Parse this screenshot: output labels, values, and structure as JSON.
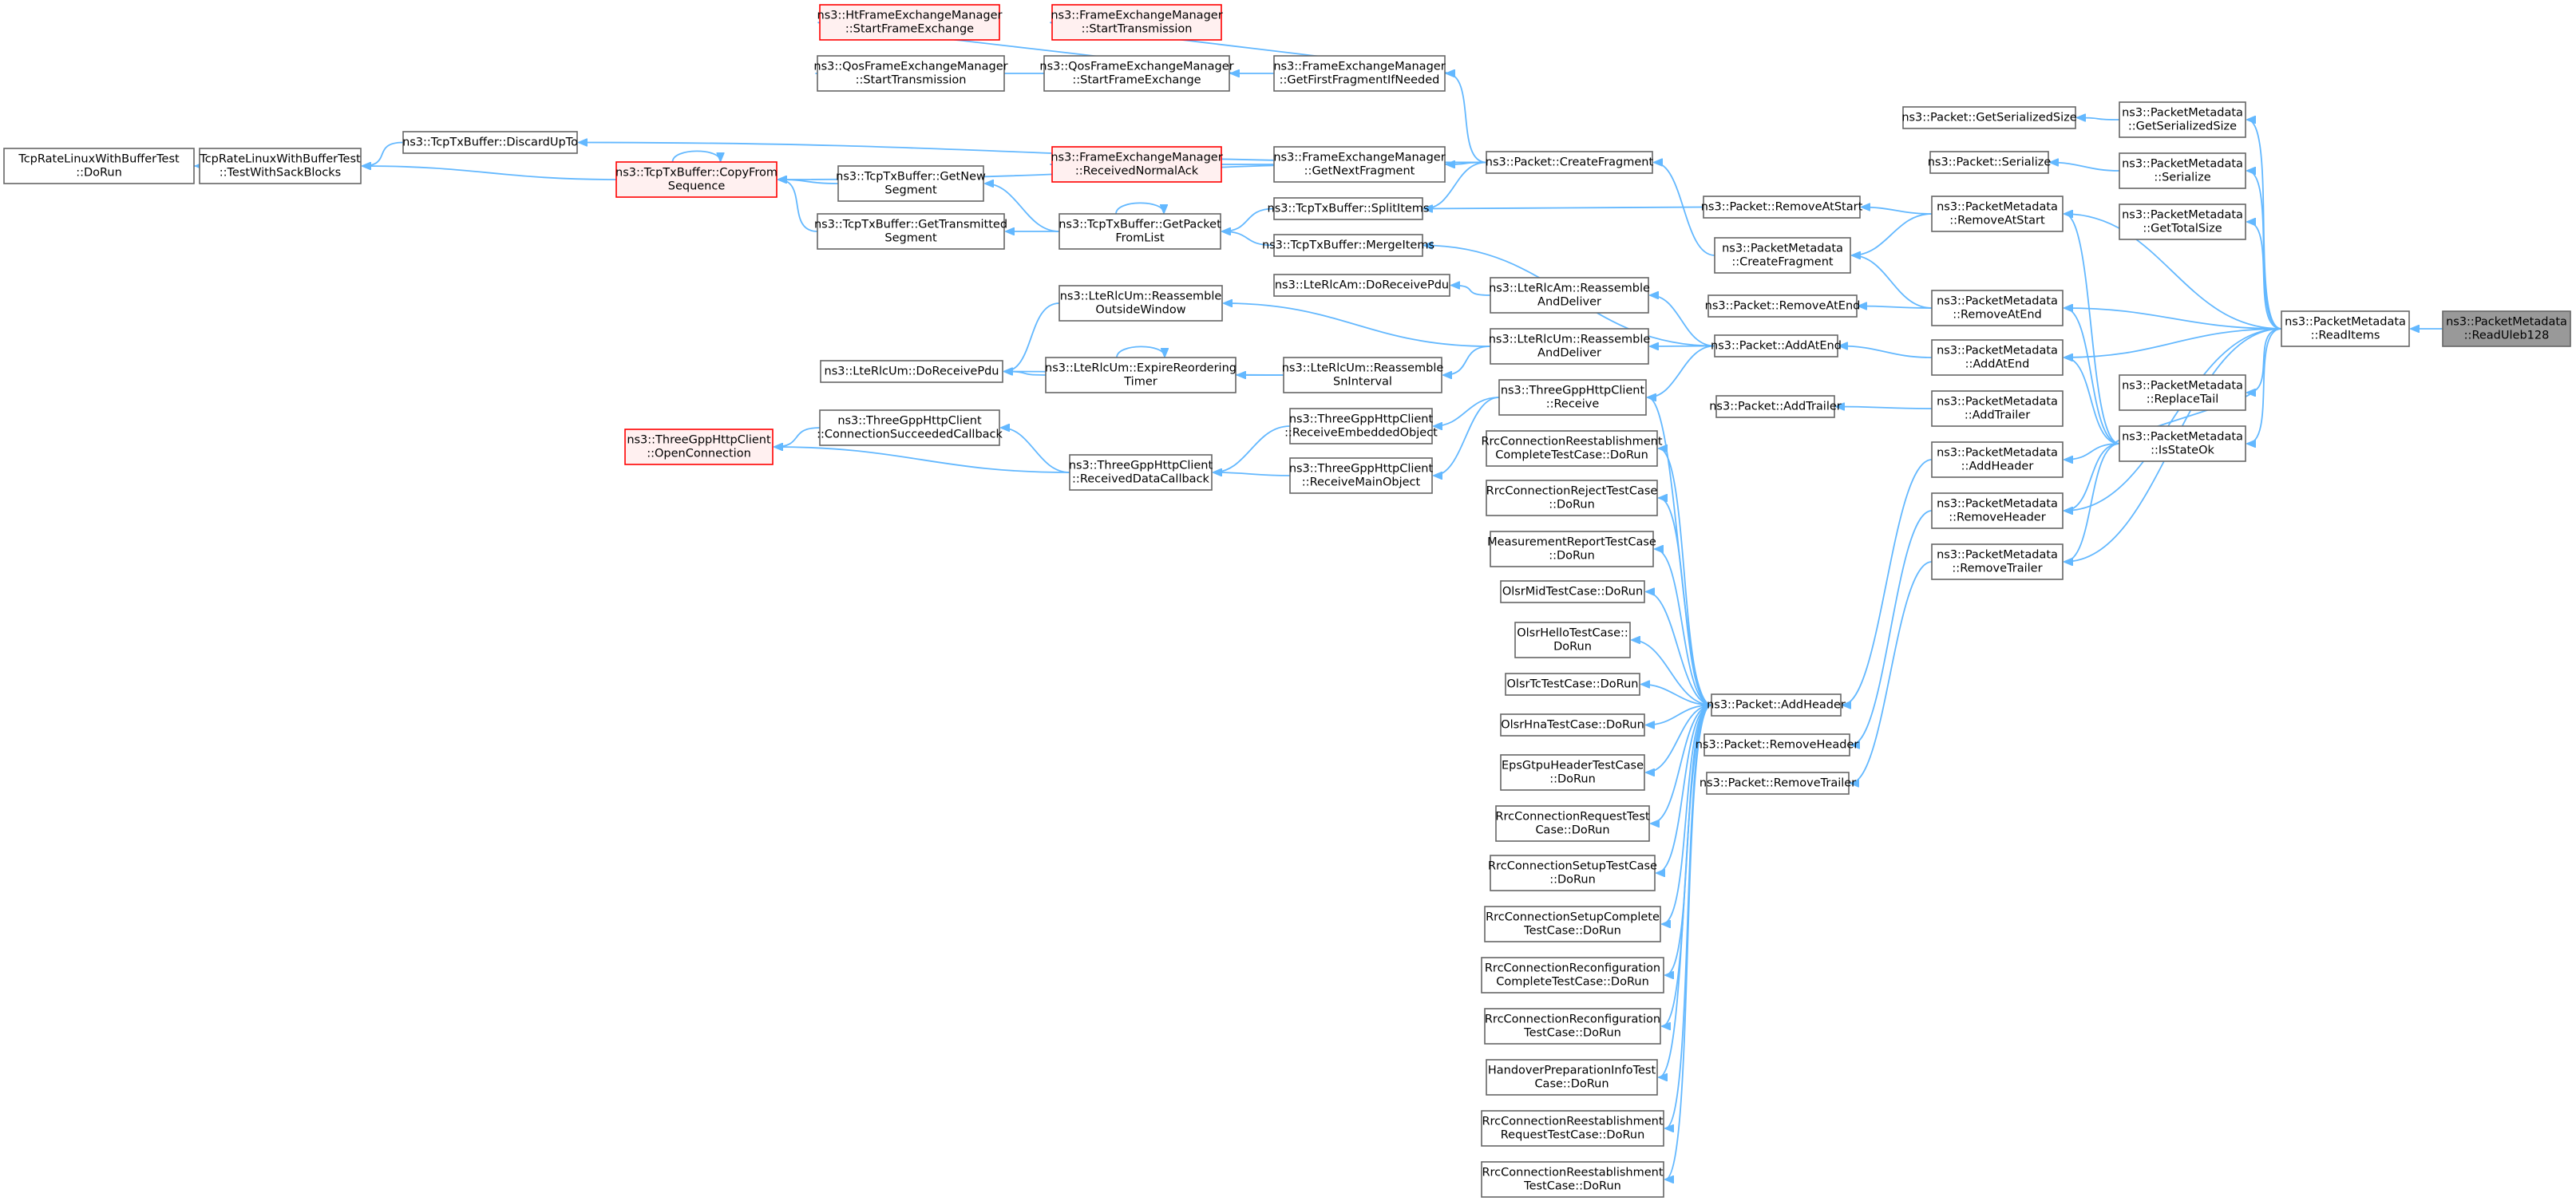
{
  "nodes": [
    {
      "id": "tcp_test_dorun",
      "lines": [
        "TcpRateLinuxWithBufferTest",
        "::DoRun"
      ],
      "style": "normal"
    },
    {
      "id": "tcp_test_sack",
      "lines": [
        "TcpRateLinuxWithBufferTest",
        "::TestWithSackBlocks"
      ],
      "style": "normal"
    },
    {
      "id": "discard_up_to",
      "lines": [
        "ns3::TcpTxBuffer::DiscardUpTo"
      ],
      "style": "normal"
    },
    {
      "id": "copy_from_seq",
      "lines": [
        "ns3::TcpTxBuffer::CopyFrom",
        "Sequence"
      ],
      "style": "red"
    },
    {
      "id": "get_new_segment",
      "lines": [
        "ns3::TcpTxBuffer::GetNew",
        "Segment"
      ],
      "style": "normal"
    },
    {
      "id": "get_transmitted",
      "lines": [
        "ns3::TcpTxBuffer::GetTransmitted",
        "Segment"
      ],
      "style": "normal"
    },
    {
      "id": "get_packet_from_list",
      "lines": [
        "ns3::TcpTxBuffer::GetPacket",
        "FromList"
      ],
      "style": "normal"
    },
    {
      "id": "ht_start_fe",
      "lines": [
        "ns3::HtFrameExchangeManager",
        "::StartFrameExchange"
      ],
      "style": "red"
    },
    {
      "id": "fem_start_tx",
      "lines": [
        "ns3::FrameExchangeManager",
        "::StartTransmission"
      ],
      "style": "red"
    },
    {
      "id": "qos_start_tx",
      "lines": [
        "ns3::QosFrameExchangeManager",
        "::StartTransmission"
      ],
      "style": "normal"
    },
    {
      "id": "qos_start_fe",
      "lines": [
        "ns3::QosFrameExchangeManager",
        "::StartFrameExchange"
      ],
      "style": "normal"
    },
    {
      "id": "fem_get_first",
      "lines": [
        "ns3::FrameExchangeManager",
        "::GetFirstFragmentIfNeeded"
      ],
      "style": "normal"
    },
    {
      "id": "fem_recv_ack",
      "lines": [
        "ns3::FrameExchangeManager",
        "::ReceivedNormalAck"
      ],
      "style": "red"
    },
    {
      "id": "fem_get_next",
      "lines": [
        "ns3::FrameExchangeManager",
        "::GetNextFragment"
      ],
      "style": "normal"
    },
    {
      "id": "split_items",
      "lines": [
        "ns3::TcpTxBuffer::SplitItems"
      ],
      "style": "normal"
    },
    {
      "id": "merge_items",
      "lines": [
        "ns3::TcpTxBuffer::MergeItems"
      ],
      "style": "normal"
    },
    {
      "id": "packet_create_fragment",
      "lines": [
        "ns3::Packet::CreateFragment"
      ],
      "style": "normal"
    },
    {
      "id": "lterlcam_doreceive",
      "lines": [
        "ns3::LteRlcAm::DoReceivePdu"
      ],
      "style": "normal"
    },
    {
      "id": "lterlcam_reassemble",
      "lines": [
        "ns3::LteRlcAm::Reassemble",
        "AndDeliver"
      ],
      "style": "normal"
    },
    {
      "id": "lterlcum_outside",
      "lines": [
        "ns3::LteRlcUm::Reassemble",
        "OutsideWindow"
      ],
      "style": "normal"
    },
    {
      "id": "lterlcum_doreceive",
      "lines": [
        "ns3::LteRlcUm::DoReceivePdu"
      ],
      "style": "normal"
    },
    {
      "id": "lterlcum_expire",
      "lines": [
        "ns3::LteRlcUm::ExpireReordering",
        "Timer"
      ],
      "style": "normal"
    },
    {
      "id": "lterlcum_reassemble_sn",
      "lines": [
        "ns3::LteRlcUm::Reassemble",
        "SnInterval"
      ],
      "style": "normal"
    },
    {
      "id": "lterlcum_reassemble",
      "lines": [
        "ns3::LteRlcUm::Reassemble",
        "AndDeliver"
      ],
      "style": "normal"
    },
    {
      "id": "http_open",
      "lines": [
        "ns3::ThreeGppHttpClient",
        "::OpenConnection"
      ],
      "style": "red"
    },
    {
      "id": "http_conn_succ",
      "lines": [
        "ns3::ThreeGppHttpClient",
        "::ConnectionSucceededCallback"
      ],
      "style": "normal"
    },
    {
      "id": "http_recv_data",
      "lines": [
        "ns3::ThreeGppHttpClient",
        "::ReceivedDataCallback"
      ],
      "style": "normal"
    },
    {
      "id": "http_recv_embedded",
      "lines": [
        "ns3::ThreeGppHttpClient",
        "::ReceiveEmbeddedObject"
      ],
      "style": "normal"
    },
    {
      "id": "http_recv_main",
      "lines": [
        "ns3::ThreeGppHttpClient",
        "::ReceiveMainObject"
      ],
      "style": "normal"
    },
    {
      "id": "http_receive",
      "lines": [
        "ns3::ThreeGppHttpClient",
        "::Receive"
      ],
      "style": "normal"
    },
    {
      "id": "t_rrc_reest_complete",
      "lines": [
        "RrcConnectionReestablishment",
        "CompleteTestCase::DoRun"
      ],
      "style": "normal"
    },
    {
      "id": "t_rrc_reject",
      "lines": [
        "RrcConnectionRejectTestCase",
        "::DoRun"
      ],
      "style": "normal"
    },
    {
      "id": "t_meas_report",
      "lines": [
        "MeasurementReportTestCase",
        "::DoRun"
      ],
      "style": "normal"
    },
    {
      "id": "t_olsr_mid",
      "lines": [
        "OlsrMidTestCase::DoRun"
      ],
      "style": "normal"
    },
    {
      "id": "t_olsr_hello",
      "lines": [
        "OlsrHelloTestCase::",
        "DoRun"
      ],
      "style": "normal"
    },
    {
      "id": "t_olsr_tc",
      "lines": [
        "OlsrTcTestCase::DoRun"
      ],
      "style": "normal"
    },
    {
      "id": "t_olsr_hna",
      "lines": [
        "OlsrHnaTestCase::DoRun"
      ],
      "style": "normal"
    },
    {
      "id": "t_eps_gtpu",
      "lines": [
        "EpsGtpuHeaderTestCase",
        "::DoRun"
      ],
      "style": "normal"
    },
    {
      "id": "t_rrc_request",
      "lines": [
        "RrcConnectionRequestTest",
        "Case::DoRun"
      ],
      "style": "normal"
    },
    {
      "id": "t_rrc_setup",
      "lines": [
        "RrcConnectionSetupTestCase",
        "::DoRun"
      ],
      "style": "normal"
    },
    {
      "id": "t_rrc_setup_complete",
      "lines": [
        "RrcConnectionSetupComplete",
        "TestCase::DoRun"
      ],
      "style": "normal"
    },
    {
      "id": "t_rrc_reconf_complete",
      "lines": [
        "RrcConnectionReconfiguration",
        "CompleteTestCase::DoRun"
      ],
      "style": "normal"
    },
    {
      "id": "t_rrc_reconf",
      "lines": [
        "RrcConnectionReconfiguration",
        "TestCase::DoRun"
      ],
      "style": "normal"
    },
    {
      "id": "t_handover_prep",
      "lines": [
        "HandoverPreparationInfoTest",
        "Case::DoRun"
      ],
      "style": "normal"
    },
    {
      "id": "t_rrc_reest_request",
      "lines": [
        "RrcConnectionReestablishment",
        "RequestTestCase::DoRun"
      ],
      "style": "normal"
    },
    {
      "id": "t_rrc_reest",
      "lines": [
        "RrcConnectionReestablishment",
        "TestCase::DoRun"
      ],
      "style": "normal"
    },
    {
      "id": "packet_remove_at_start",
      "lines": [
        "ns3::Packet::RemoveAtStart"
      ],
      "style": "normal"
    },
    {
      "id": "pm_create_fragment",
      "lines": [
        "ns3::PacketMetadata",
        "::CreateFragment"
      ],
      "style": "normal"
    },
    {
      "id": "packet_remove_at_end",
      "lines": [
        "ns3::Packet::RemoveAtEnd"
      ],
      "style": "normal"
    },
    {
      "id": "packet_add_at_end",
      "lines": [
        "ns3::Packet::AddAtEnd"
      ],
      "style": "normal"
    },
    {
      "id": "packet_add_trailer",
      "lines": [
        "ns3::Packet::AddTrailer"
      ],
      "style": "normal"
    },
    {
      "id": "packet_add_header",
      "lines": [
        "ns3::Packet::AddHeader"
      ],
      "style": "normal"
    },
    {
      "id": "packet_remove_header",
      "lines": [
        "ns3::Packet::RemoveHeader"
      ],
      "style": "normal"
    },
    {
      "id": "packet_remove_trailer",
      "lines": [
        "ns3::Packet::RemoveTrailer"
      ],
      "style": "normal"
    },
    {
      "id": "packet_get_ser_size",
      "lines": [
        "ns3::Packet::GetSerializedSize"
      ],
      "style": "normal"
    },
    {
      "id": "packet_serialize",
      "lines": [
        "ns3::Packet::Serialize"
      ],
      "style": "normal"
    },
    {
      "id": "pm_remove_at_start",
      "lines": [
        "ns3::PacketMetadata",
        "::RemoveAtStart"
      ],
      "style": "normal"
    },
    {
      "id": "pm_remove_at_end",
      "lines": [
        "ns3::PacketMetadata",
        "::RemoveAtEnd"
      ],
      "style": "normal"
    },
    {
      "id": "pm_add_at_end",
      "lines": [
        "ns3::PacketMetadata",
        "::AddAtEnd"
      ],
      "style": "normal"
    },
    {
      "id": "pm_add_trailer",
      "lines": [
        "ns3::PacketMetadata",
        "::AddTrailer"
      ],
      "style": "normal"
    },
    {
      "id": "pm_add_header",
      "lines": [
        "ns3::PacketMetadata",
        "::AddHeader"
      ],
      "style": "normal"
    },
    {
      "id": "pm_remove_header",
      "lines": [
        "ns3::PacketMetadata",
        "::RemoveHeader"
      ],
      "style": "normal"
    },
    {
      "id": "pm_remove_trailer",
      "lines": [
        "ns3::PacketMetadata",
        "::RemoveTrailer"
      ],
      "style": "normal"
    },
    {
      "id": "pm_get_ser_size",
      "lines": [
        "ns3::PacketMetadata",
        "::GetSerializedSize"
      ],
      "style": "normal"
    },
    {
      "id": "pm_serialize",
      "lines": [
        "ns3::PacketMetadata",
        "::Serialize"
      ],
      "style": "normal"
    },
    {
      "id": "pm_get_total_size",
      "lines": [
        "ns3::PacketMetadata",
        "::GetTotalSize"
      ],
      "style": "normal"
    },
    {
      "id": "pm_replace_tail",
      "lines": [
        "ns3::PacketMetadata",
        "::ReplaceTail"
      ],
      "style": "normal"
    },
    {
      "id": "pm_is_state_ok",
      "lines": [
        "ns3::PacketMetadata",
        "::IsStateOk"
      ],
      "style": "normal"
    },
    {
      "id": "pm_read_items",
      "lines": [
        "ns3::PacketMetadata",
        "::ReadItems"
      ],
      "style": "normal"
    },
    {
      "id": "pm_read_uleb",
      "lines": [
        "ns3::PacketMetadata",
        "::ReadUleb128"
      ],
      "style": "focus"
    }
  ],
  "edges": [
    [
      "tcp_test_sack",
      "tcp_test_dorun"
    ],
    [
      "discard_up_to",
      "tcp_test_sack"
    ],
    [
      "copy_from_seq",
      "tcp_test_sack"
    ],
    [
      "copy_from_seq",
      "copy_from_seq"
    ],
    [
      "get_new_segment",
      "copy_from_seq"
    ],
    [
      "get_transmitted",
      "copy_from_seq"
    ],
    [
      "get_packet_from_list",
      "get_new_segment"
    ],
    [
      "get_packet_from_list",
      "get_transmitted"
    ],
    [
      "get_packet_from_list",
      "get_packet_from_list"
    ],
    [
      "qos_start_tx",
      "qos_start_fe"
    ],
    [
      "ht_start_fe",
      "qos_start_fe"
    ],
    [
      "qos_start_fe",
      "fem_get_first"
    ],
    [
      "fem_start_tx",
      "fem_get_first"
    ],
    [
      "fem_recv_ack",
      "fem_get_next"
    ],
    [
      "packet_create_fragment",
      "discard_up_to"
    ],
    [
      "packet_create_fragment",
      "copy_from_seq"
    ],
    [
      "packet_create_fragment",
      "fem_get_first"
    ],
    [
      "packet_create_fragment",
      "fem_get_next"
    ],
    [
      "packet_create_fragment",
      "split_items"
    ],
    [
      "split_items",
      "get_packet_from_list"
    ],
    [
      "merge_items",
      "get_packet_from_list"
    ],
    [
      "lterlcam_reassemble",
      "lterlcam_doreceive"
    ],
    [
      "lterlcum_reassemble",
      "lterlcum_outside"
    ],
    [
      "lterlcum_reassemble",
      "lterlcum_reassemble_sn"
    ],
    [
      "lterlcum_outside",
      "lterlcum_doreceive"
    ],
    [
      "lterlcum_expire",
      "lterlcum_doreceive"
    ],
    [
      "lterlcum_expire",
      "lterlcum_expire"
    ],
    [
      "lterlcum_reassemble_sn",
      "lterlcum_expire"
    ],
    [
      "lterlcum_reassemble_sn",
      "lterlcum_doreceive"
    ],
    [
      "http_conn_succ",
      "http_open"
    ],
    [
      "http_recv_data",
      "http_conn_succ"
    ],
    [
      "http_recv_data",
      "http_open"
    ],
    [
      "http_recv_embedded",
      "http_recv_data"
    ],
    [
      "http_recv_main",
      "http_recv_data"
    ],
    [
      "http_receive",
      "http_recv_embedded"
    ],
    [
      "http_receive",
      "http_recv_main"
    ],
    [
      "packet_add_at_end",
      "lterlcam_reassemble"
    ],
    [
      "packet_add_at_end",
      "lterlcum_reassemble"
    ],
    [
      "packet_add_at_end",
      "http_receive"
    ],
    [
      "packet_add_at_end",
      "merge_items"
    ],
    [
      "packet_remove_at_start",
      "split_items"
    ],
    [
      "pm_create_fragment",
      "packet_create_fragment"
    ],
    [
      "packet_add_header",
      "http_receive"
    ],
    [
      "packet_add_header",
      "t_rrc_reest_complete"
    ],
    [
      "packet_add_header",
      "t_rrc_reject"
    ],
    [
      "packet_add_header",
      "t_meas_report"
    ],
    [
      "packet_add_header",
      "t_olsr_mid"
    ],
    [
      "packet_add_header",
      "t_olsr_hello"
    ],
    [
      "packet_add_header",
      "t_olsr_tc"
    ],
    [
      "packet_add_header",
      "t_olsr_hna"
    ],
    [
      "packet_add_header",
      "t_eps_gtpu"
    ],
    [
      "packet_add_header",
      "t_rrc_request"
    ],
    [
      "packet_add_header",
      "t_rrc_setup"
    ],
    [
      "packet_add_header",
      "t_rrc_setup_complete"
    ],
    [
      "packet_add_header",
      "t_rrc_reconf_complete"
    ],
    [
      "packet_add_header",
      "t_rrc_reconf"
    ],
    [
      "packet_add_header",
      "t_handover_prep"
    ],
    [
      "packet_add_header",
      "t_rrc_reest_request"
    ],
    [
      "packet_add_header",
      "t_rrc_reest"
    ],
    [
      "pm_remove_at_start",
      "packet_remove_at_start"
    ],
    [
      "pm_remove_at_start",
      "pm_create_fragment"
    ],
    [
      "pm_remove_at_end",
      "packet_remove_at_end"
    ],
    [
      "pm_remove_at_end",
      "pm_create_fragment"
    ],
    [
      "pm_add_at_end",
      "packet_add_at_end"
    ],
    [
      "pm_add_trailer",
      "packet_add_trailer"
    ],
    [
      "pm_add_header",
      "packet_add_header"
    ],
    [
      "pm_remove_header",
      "packet_remove_header"
    ],
    [
      "pm_remove_trailer",
      "packet_remove_trailer"
    ],
    [
      "pm_get_ser_size",
      "packet_get_ser_size"
    ],
    [
      "pm_serialize",
      "packet_serialize"
    ],
    [
      "pm_is_state_ok",
      "pm_remove_at_start"
    ],
    [
      "pm_is_state_ok",
      "pm_remove_at_end"
    ],
    [
      "pm_is_state_ok",
      "pm_add_at_end"
    ],
    [
      "pm_is_state_ok",
      "pm_add_header"
    ],
    [
      "pm_is_state_ok",
      "pm_remove_header"
    ],
    [
      "pm_is_state_ok",
      "pm_remove_trailer"
    ],
    [
      "pm_is_state_ok",
      "pm_replace_tail"
    ],
    [
      "pm_read_items",
      "pm_get_ser_size"
    ],
    [
      "pm_read_items",
      "pm_serialize"
    ],
    [
      "pm_read_items",
      "pm_get_total_size"
    ],
    [
      "pm_read_items",
      "pm_remove_at_start"
    ],
    [
      "pm_read_items",
      "pm_remove_at_end"
    ],
    [
      "pm_read_items",
      "pm_add_at_end"
    ],
    [
      "pm_read_items",
      "pm_replace_tail"
    ],
    [
      "pm_read_items",
      "pm_is_state_ok"
    ],
    [
      "pm_read_items",
      "pm_remove_header"
    ],
    [
      "pm_read_items",
      "pm_remove_trailer"
    ],
    [
      "pm_read_uleb",
      "pm_read_items"
    ]
  ],
  "colors": {
    "edge": "#63b8ff",
    "node_border": "#666666",
    "highlight_border": "#ff0000",
    "highlight_fill": "#fff0f0",
    "focus_fill": "#999999"
  }
}
